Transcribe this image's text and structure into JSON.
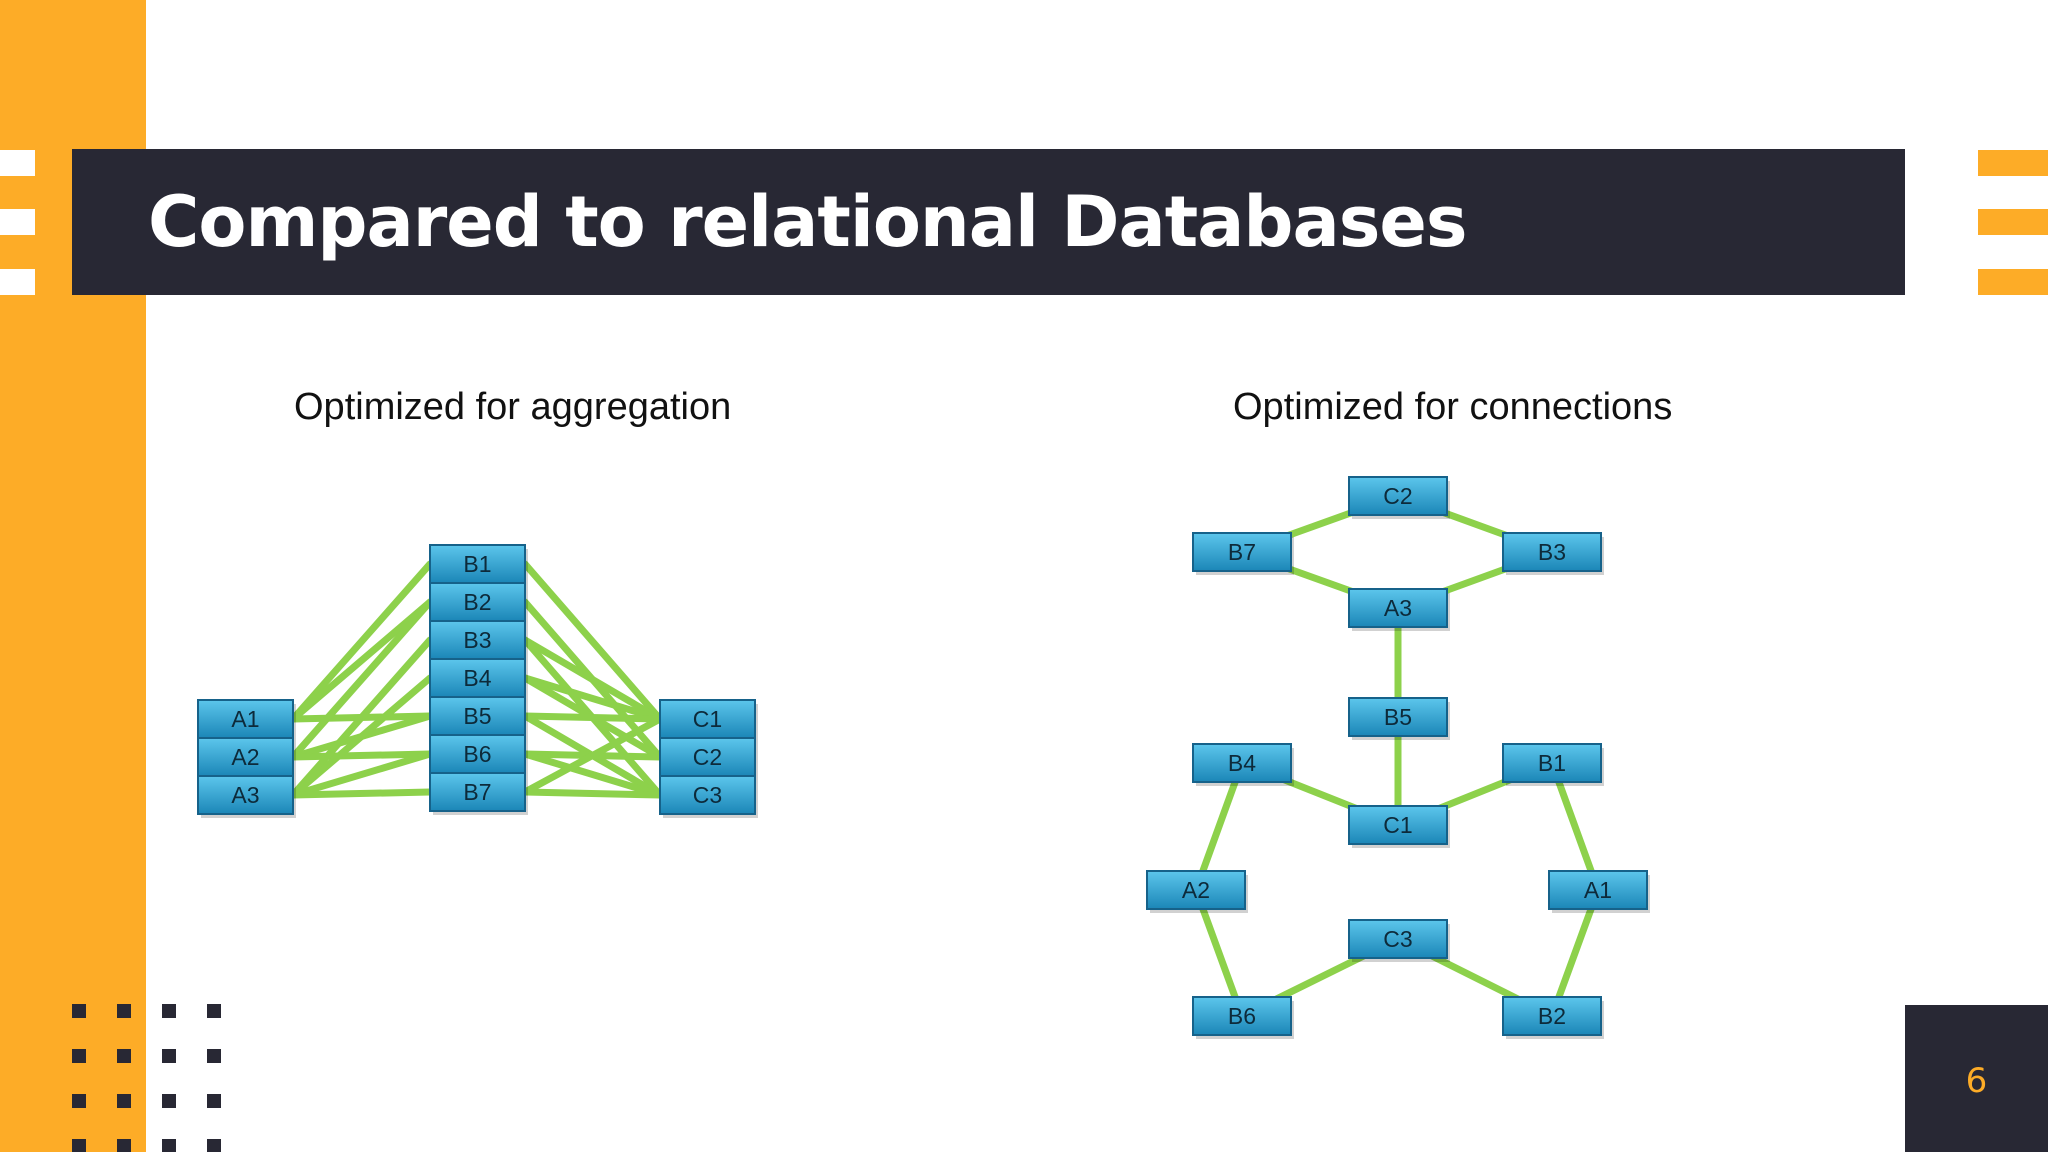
{
  "slide": {
    "title": "Compared to relational Databases",
    "page_number": "6",
    "accent_color": "#fdac27",
    "dark_color": "#282834"
  },
  "left_diagram": {
    "caption": "Optimized for aggregation",
    "columns": [
      {
        "nodes": [
          "A1",
          "A2",
          "A3"
        ]
      },
      {
        "nodes": [
          "B1",
          "B2",
          "B3",
          "B4",
          "B5",
          "B6",
          "B7"
        ]
      },
      {
        "nodes": [
          "C1",
          "C2",
          "C3"
        ]
      }
    ],
    "edges": [
      [
        "A1",
        "B1"
      ],
      [
        "A1",
        "B2"
      ],
      [
        "A1",
        "B5"
      ],
      [
        "A2",
        "B2"
      ],
      [
        "A2",
        "B5"
      ],
      [
        "A2",
        "B6"
      ],
      [
        "A3",
        "B3"
      ],
      [
        "A3",
        "B4"
      ],
      [
        "A3",
        "B6"
      ],
      [
        "A3",
        "B7"
      ],
      [
        "B1",
        "C1"
      ],
      [
        "B2",
        "C2"
      ],
      [
        "B3",
        "C1"
      ],
      [
        "B3",
        "C3"
      ],
      [
        "B4",
        "C1"
      ],
      [
        "B4",
        "C2"
      ],
      [
        "B5",
        "C1"
      ],
      [
        "B5",
        "C3"
      ],
      [
        "B6",
        "C2"
      ],
      [
        "B6",
        "C3"
      ],
      [
        "B7",
        "C1"
      ],
      [
        "B7",
        "C3"
      ]
    ],
    "node_color": "#2aa3d3",
    "edge_color": "#8dd14b"
  },
  "right_diagram": {
    "caption": "Optimized for connections",
    "nodes": [
      "C2",
      "B7",
      "B3",
      "A3",
      "B5",
      "B4",
      "B1",
      "C1",
      "A2",
      "A1",
      "C3",
      "B6",
      "B2"
    ],
    "edges": [
      [
        "B7",
        "C2"
      ],
      [
        "C2",
        "B3"
      ],
      [
        "B7",
        "A3"
      ],
      [
        "B3",
        "A3"
      ],
      [
        "A3",
        "B5"
      ],
      [
        "B5",
        "C1"
      ],
      [
        "B4",
        "C1"
      ],
      [
        "B1",
        "C1"
      ],
      [
        "B4",
        "A2"
      ],
      [
        "B1",
        "A1"
      ],
      [
        "A2",
        "B6"
      ],
      [
        "A1",
        "B2"
      ],
      [
        "B6",
        "C3"
      ],
      [
        "C3",
        "B2"
      ]
    ],
    "node_color": "#2aa3d3",
    "edge_color": "#8dd14b"
  }
}
